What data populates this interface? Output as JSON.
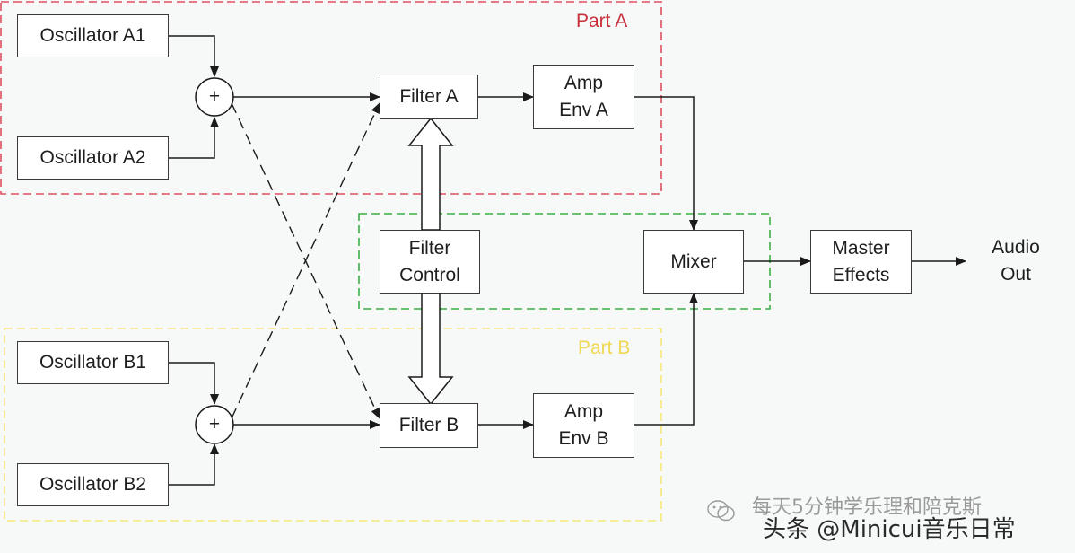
{
  "colors": {
    "part_a_region": "#e05060",
    "filter_control_region": "#3cb043",
    "part_b_region": "#f5e77a",
    "block_border": "#3a3a3a",
    "signal_line": "#1a1a1a"
  },
  "regions": {
    "part_a": {
      "label": "Part A"
    },
    "part_b": {
      "label": "Part B"
    }
  },
  "blocks": {
    "oscillator_a1": {
      "label": "Oscillator A1"
    },
    "oscillator_a2": {
      "label": "Oscillator A2"
    },
    "oscillator_b1": {
      "label": "Oscillator B1"
    },
    "oscillator_b2": {
      "label": "Oscillator B2"
    },
    "filter_a": {
      "label": "Filter A"
    },
    "filter_b": {
      "label": "Filter B"
    },
    "filter_control": {
      "line1": "Filter",
      "line2": "Control"
    },
    "amp_env_a": {
      "line1": "Amp",
      "line2": "Env A"
    },
    "amp_env_b": {
      "line1": "Amp",
      "line2": "Env B"
    },
    "mixer": {
      "label": "Mixer"
    },
    "master_effects": {
      "line1": "Master",
      "line2": "Effects"
    }
  },
  "summing_junctions": {
    "symbol": "+"
  },
  "output": {
    "line1": "Audio",
    "line2": "Out"
  },
  "watermark": {
    "line1": "每天5分钟学乐理和陪克斯",
    "line2": "头条 @Minicui音乐日常",
    "icon": "wechat-icon"
  }
}
